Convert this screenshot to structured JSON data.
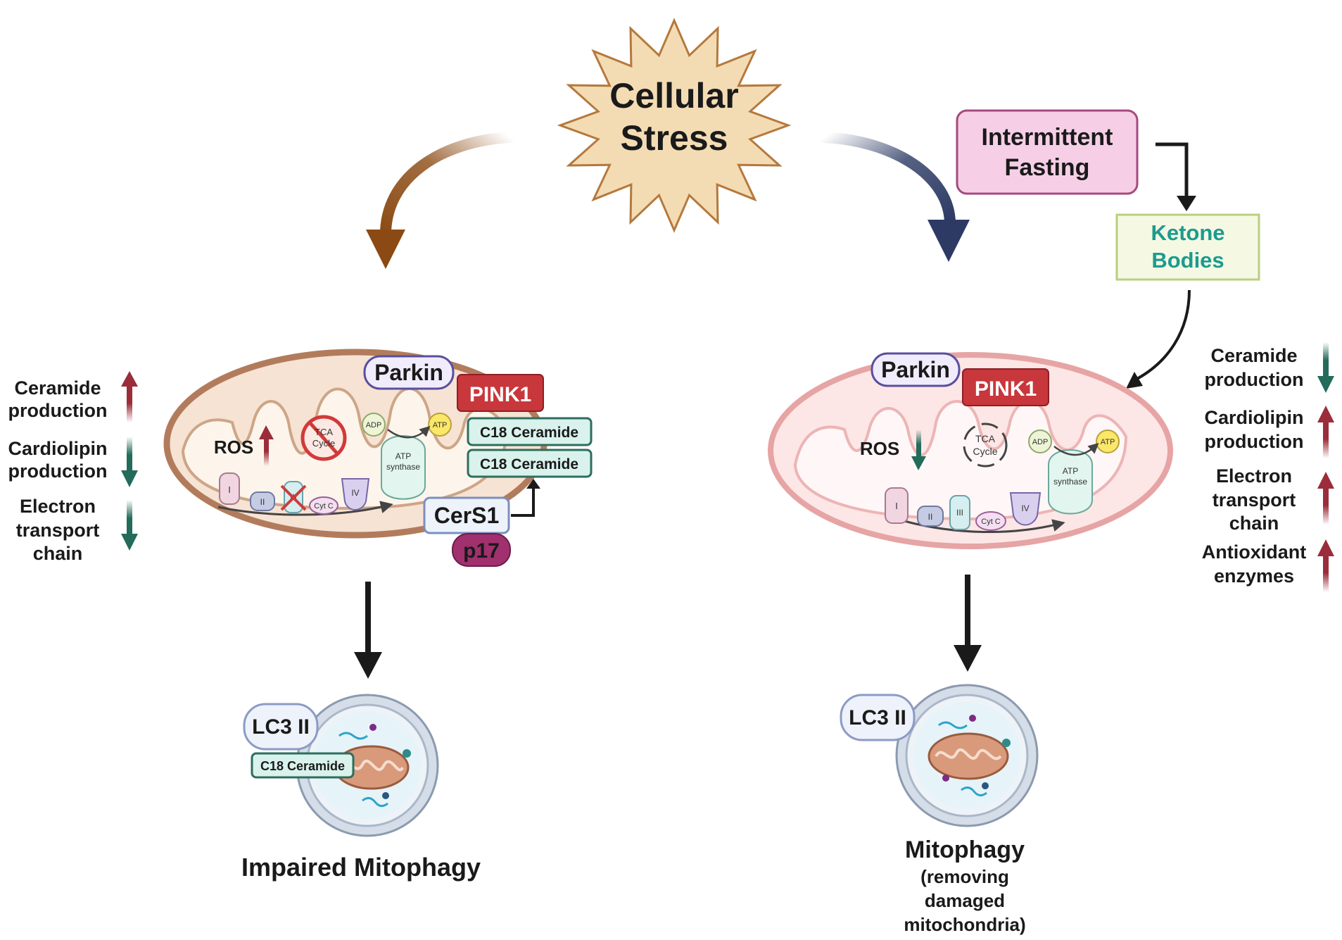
{
  "stress": {
    "line1": "Cellular",
    "line2": "Stress"
  },
  "fasting": {
    "line1": "Intermittent",
    "line2": "Fasting"
  },
  "ketone": {
    "line1": "Ketone",
    "line2": "Bodies"
  },
  "left": {
    "effects": [
      {
        "lines": [
          "Ceramide",
          "production"
        ],
        "direction": "up"
      },
      {
        "lines": [
          "Cardiolipin",
          "production"
        ],
        "direction": "down"
      },
      {
        "lines": [
          "Electron",
          "transport",
          "chain"
        ],
        "direction": "down"
      }
    ],
    "parkin": "Parkin",
    "pink1": "PINK1",
    "ros": "ROS",
    "tca": {
      "line1": "TCA",
      "line2": "Cycle"
    },
    "adp": "ADP",
    "atp": "ATP",
    "atp_synthase": {
      "line1": "ATP",
      "line2": "synthase"
    },
    "complexes": [
      "I",
      "II",
      "III",
      "IV"
    ],
    "cytc": "Cyt C",
    "c18_1": "C18 Ceramide",
    "c18_2": "C18 Ceramide",
    "cers1": "CerS1",
    "p17": "p17",
    "lc3": "LC3 II",
    "c18_lc3": "C18 Ceramide",
    "outcome": "Impaired Mitophagy"
  },
  "right": {
    "effects": [
      {
        "lines": [
          "Ceramide",
          "production"
        ],
        "direction": "down"
      },
      {
        "lines": [
          "Cardiolipin",
          "production"
        ],
        "direction": "up"
      },
      {
        "lines": [
          "Electron",
          "transport",
          "chain"
        ],
        "direction": "up"
      },
      {
        "lines": [
          "Antioxidant",
          "enzymes"
        ],
        "direction": "up"
      }
    ],
    "parkin": "Parkin",
    "pink1": "PINK1",
    "ros": "ROS",
    "tca": {
      "line1": "TCA",
      "line2": "Cycle"
    },
    "adp": "ADP",
    "atp": "ATP",
    "atp_synthase": {
      "line1": "ATP",
      "line2": "synthase"
    },
    "complexes": [
      "I",
      "II",
      "III",
      "IV"
    ],
    "cytc": "Cyt C",
    "lc3": "LC3 II",
    "outcome": {
      "line1": "Mitophagy",
      "line2": "(removing",
      "line3": "damaged",
      "line4": "mitochondria)"
    }
  },
  "colors": {
    "up_arrow": "#9b2d3a",
    "down_arrow": "#236b5a",
    "brown_arrow": "#8b4a13",
    "navy_arrow": "#2c3a64",
    "star_fill": "#f3dcb4",
    "star_stroke": "#b5793d",
    "fasting_fill": "#f6cfe7",
    "fasting_stroke": "#a54a7f",
    "ketone_fill": "#f5f9e4",
    "ketone_stroke": "#b9cf7f",
    "ketone_text": "#1b9c8e",
    "pink1": "#c8373c",
    "parkin_stroke": "#5a4f9f",
    "ceramide_fill": "#d9f2ec",
    "ceramide_stroke": "#2d6e5e",
    "p17": "#a0306e"
  }
}
